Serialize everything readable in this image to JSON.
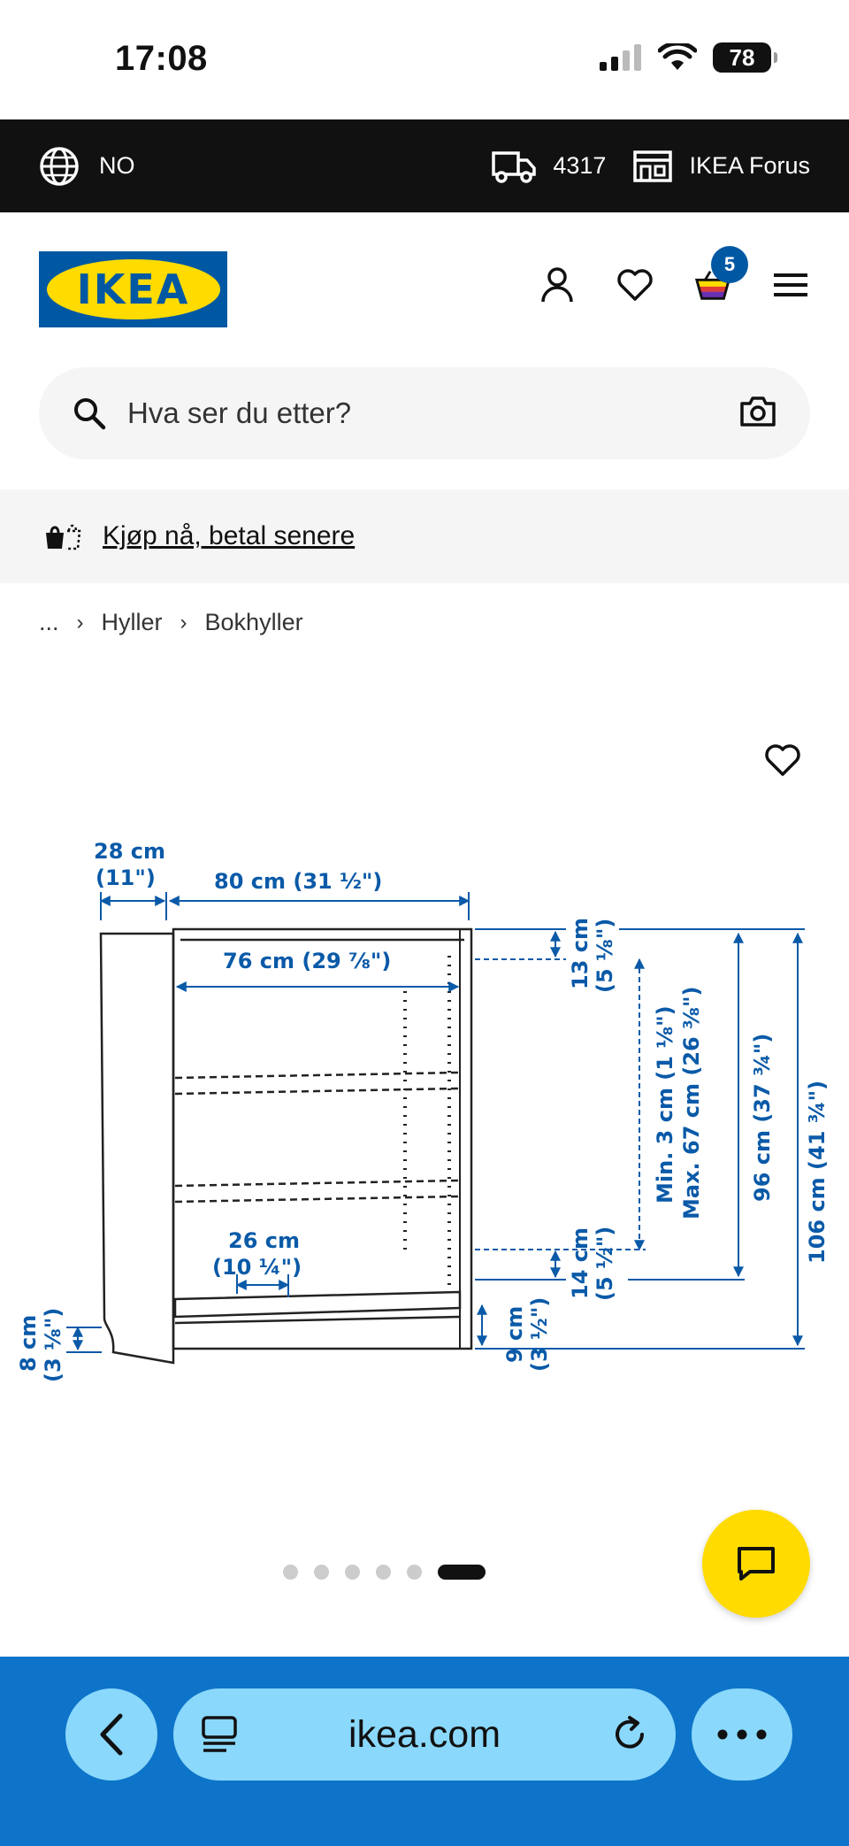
{
  "status": {
    "time": "17:08",
    "battery": "78"
  },
  "topbar": {
    "language": "NO",
    "postal_code": "4317",
    "store": "IKEA Forus"
  },
  "header": {
    "logo_text": "IKEA",
    "cart_count": "5"
  },
  "search": {
    "placeholder": "Hva ser du etter?"
  },
  "promo": {
    "text": "Kjøp nå, betal senere"
  },
  "breadcrumb": {
    "ellipsis": "...",
    "items": [
      "Hyller",
      "Bokhyller"
    ]
  },
  "diagram": {
    "line_color": "#0a5aa8",
    "labels": {
      "depth_cm": "28 cm",
      "depth_in": "(11\")",
      "width": "80 cm (31 ½\")",
      "inner_width": "76 cm (29 ⅞\")",
      "shelf_depth_cm": "26 cm",
      "shelf_depth_in": "(10 ¼\")",
      "plinth_cm": "8 cm",
      "plinth_in": "(3 ⅛\")",
      "top_gap_cm": "13 cm",
      "top_gap_in": "(5 ⅛\")",
      "adjust_min": "Min. 3 cm (1 ⅛\")",
      "adjust_max": "Max. 67 cm (26 ⅜\")",
      "inner_height": "96 cm (37 ¾\")",
      "total_height": "106 cm (41 ¾\")",
      "bottom_gap_cm": "14 cm",
      "bottom_gap_in": "(5 ½\")",
      "base_cm": "9 cm",
      "base_in": "(3 ½\")"
    }
  },
  "carousel": {
    "count": 6,
    "active": 6
  },
  "browser": {
    "url": "ikea.com"
  },
  "colors": {
    "ikea_blue": "#0058a3",
    "ikea_yellow": "#ffdb00",
    "browser_bar": "#0e74c9",
    "pill": "#8ad8fb"
  }
}
